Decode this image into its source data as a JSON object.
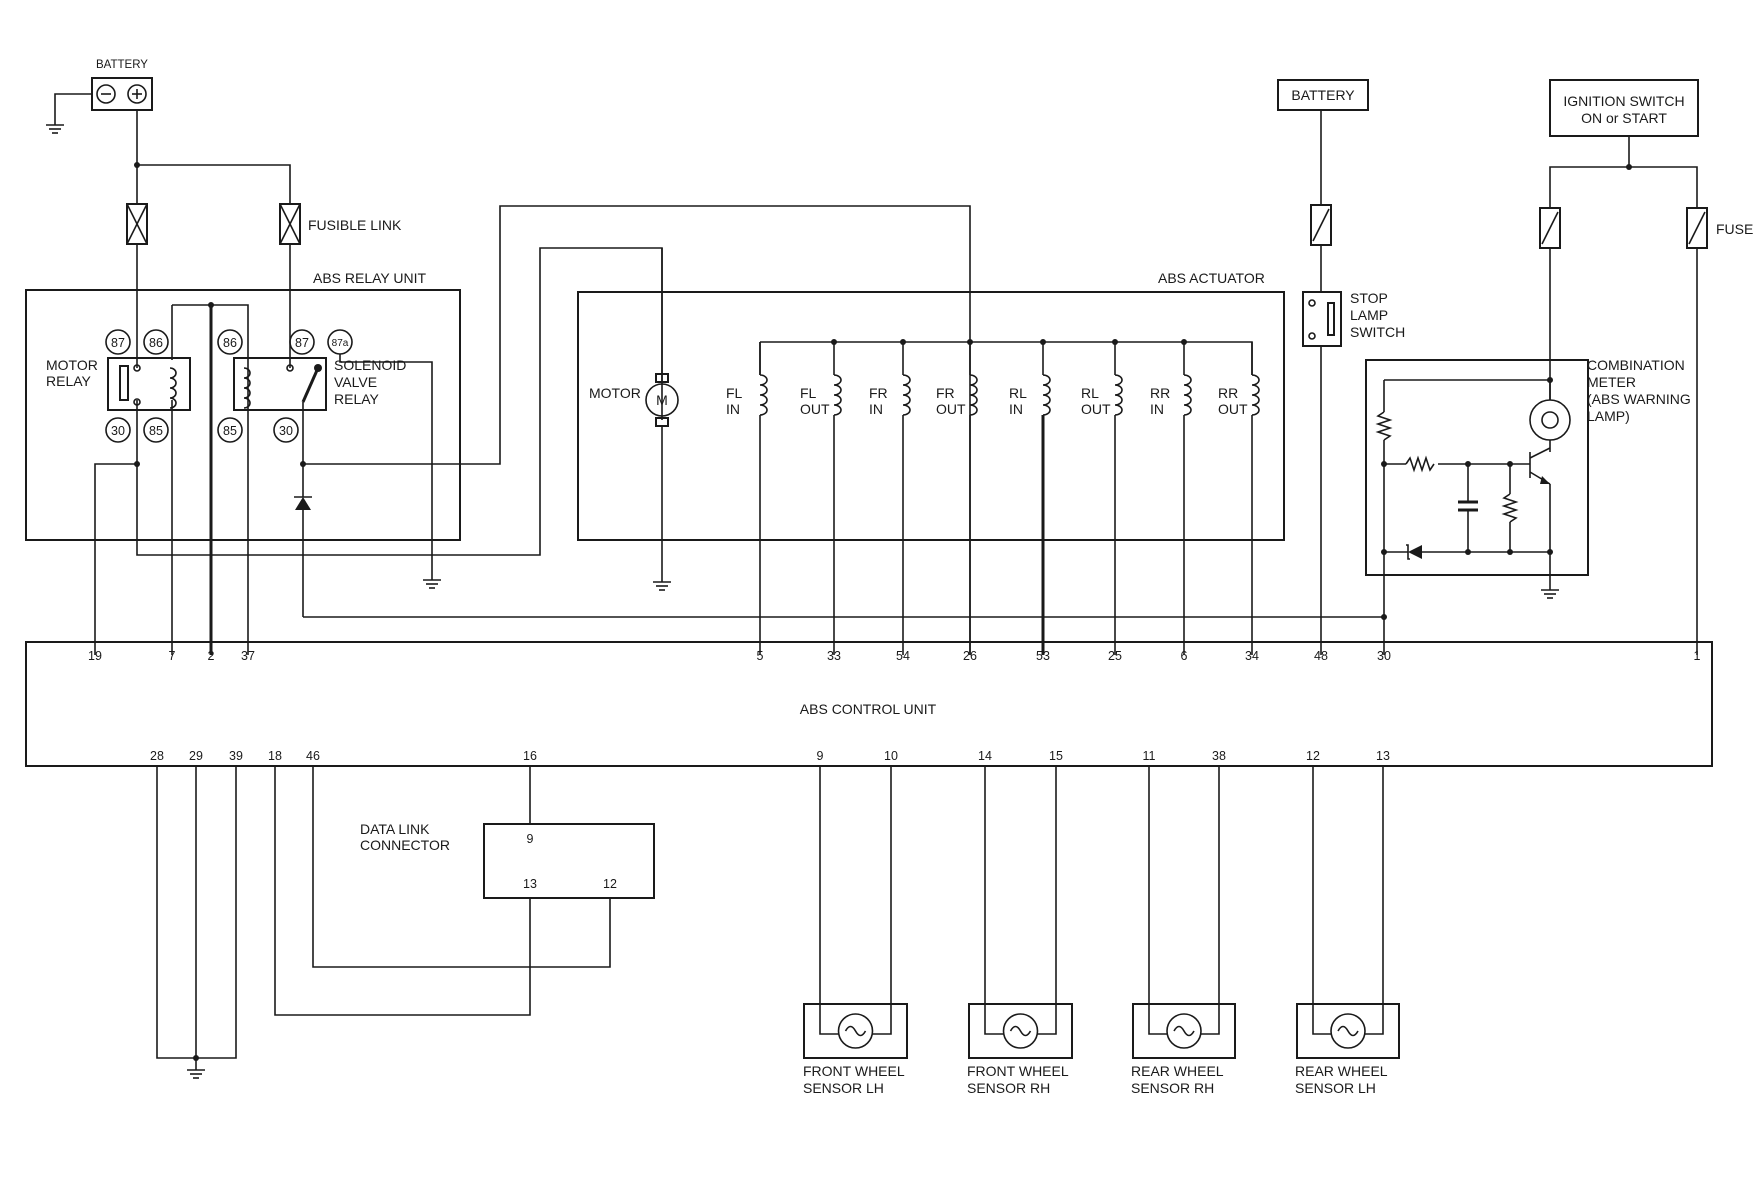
{
  "labels": {
    "battery_left": "BATTERY",
    "fusible_link": "FUSIBLE LINK",
    "abs_relay_unit": "ABS RELAY UNIT",
    "motor_relay_1": "MOTOR",
    "motor_relay_2": "RELAY",
    "solenoid_1": "SOLENOID",
    "solenoid_2": "VALVE",
    "solenoid_3": "RELAY",
    "abs_actuator": "ABS ACTUATOR",
    "motor": "MOTOR",
    "motor_symbol": "M",
    "battery_right": "BATTERY",
    "ignition_1": "IGNITION SWITCH",
    "ignition_2": "ON or START",
    "fuse": "FUSE",
    "stop_1": "STOP",
    "stop_2": "LAMP",
    "stop_3": "SWITCH",
    "comb_1": "COMBINATION",
    "comb_2": "METER",
    "comb_3": "(ABS WARNING",
    "comb_4": "LAMP)",
    "control_unit": "ABS CONTROL UNIT",
    "dlc_1": "DATA LINK",
    "dlc_2": "CONNECTOR",
    "fw_lh_1": "FRONT WHEEL",
    "fw_lh_2": "SENSOR LH",
    "fw_rh_1": "FRONT WHEEL",
    "fw_rh_2": "SENSOR RH",
    "rw_rh_1": "REAR WHEEL",
    "rw_rh_2": "SENSOR RH",
    "rw_lh_1": "REAR WHEEL",
    "rw_lh_2": "SENSOR LH"
  },
  "relay_terminals": {
    "motor_87": "87",
    "motor_86": "86",
    "motor_30": "30",
    "motor_85": "85",
    "sol_86": "86",
    "sol_87": "87",
    "sol_87a": "87a",
    "sol_85": "85",
    "sol_30": "30"
  },
  "valves": [
    {
      "l1": "FL",
      "l2": "IN"
    },
    {
      "l1": "FL",
      "l2": "OUT"
    },
    {
      "l1": "FR",
      "l2": "IN"
    },
    {
      "l1": "FR",
      "l2": "OUT"
    },
    {
      "l1": "RL",
      "l2": "IN"
    },
    {
      "l1": "RL",
      "l2": "OUT"
    },
    {
      "l1": "RR",
      "l2": "IN"
    },
    {
      "l1": "RR",
      "l2": "OUT"
    }
  ],
  "top_pins": [
    "19",
    "7",
    "2",
    "37",
    "5",
    "33",
    "54",
    "26",
    "53",
    "25",
    "6",
    "34",
    "48",
    "30",
    "1"
  ],
  "bottom_pins": [
    "28",
    "29",
    "39",
    "18",
    "46",
    "16",
    "9",
    "10",
    "14",
    "15",
    "11",
    "38",
    "12",
    "13"
  ],
  "dlc_pins": [
    "9",
    "13",
    "12"
  ]
}
